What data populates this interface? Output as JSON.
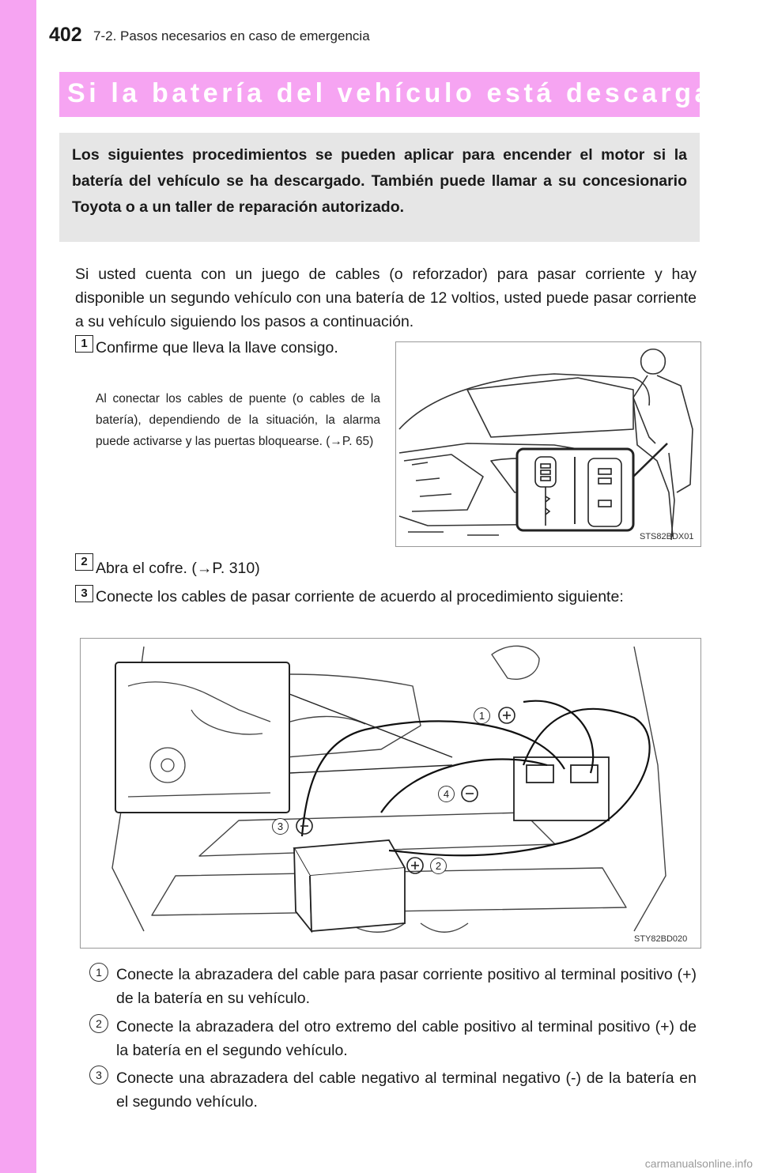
{
  "header": {
    "page_number": "402",
    "chapter": "7-2. Pasos necesarios en caso de emergencia"
  },
  "title": "Si la batería del vehículo está descargada",
  "intro": "Los siguientes procedimientos se pueden aplicar para encender el motor si la batería del vehículo se ha descargado. También puede llamar a su concesionario Toyota o a un taller de reparación autorizado.",
  "body": "Si usted cuenta con un juego de cables (o reforzador) para pasar corriente y hay disponible un segundo vehículo con una batería de 12 voltios, usted puede pasar corriente a su vehículo siguiendo los pasos a continuación.",
  "steps": [
    {
      "number": "1",
      "text": "Confirme que lleva la llave consigo.",
      "note": "Al conectar los cables de puente (o cables de la batería), dependiendo de la situación, la alarma puede activarse y las puertas bloquearse. (→P. 65)"
    },
    {
      "number": "2",
      "text": "Abra el cofre. (→P. 310)"
    },
    {
      "number": "3",
      "text": "Conecte los cables de pasar corriente de acuerdo al procedimiento siguiente:"
    }
  ],
  "figures": {
    "key_code": "STS82BDX01",
    "engine_code": "STY82BD020",
    "callouts": [
      "1",
      "2",
      "3",
      "4"
    ]
  },
  "substeps": [
    {
      "number": "1",
      "text": "Conecte la abrazadera del cable para pasar corriente positivo al terminal positivo (+) de la batería en su vehículo."
    },
    {
      "number": "2",
      "text": "Conecte la abrazadera del otro extremo del cable positivo al terminal positivo (+) de la batería en el segundo vehículo."
    },
    {
      "number": "3",
      "text": "Conecte una abrazadera del cable negativo al terminal negativo (-) de la batería en el segundo vehículo."
    }
  ],
  "watermark": "carmanualsonline.info",
  "colors": {
    "accent": "#f6a4f2",
    "intro_bg": "#e6e6e6"
  }
}
